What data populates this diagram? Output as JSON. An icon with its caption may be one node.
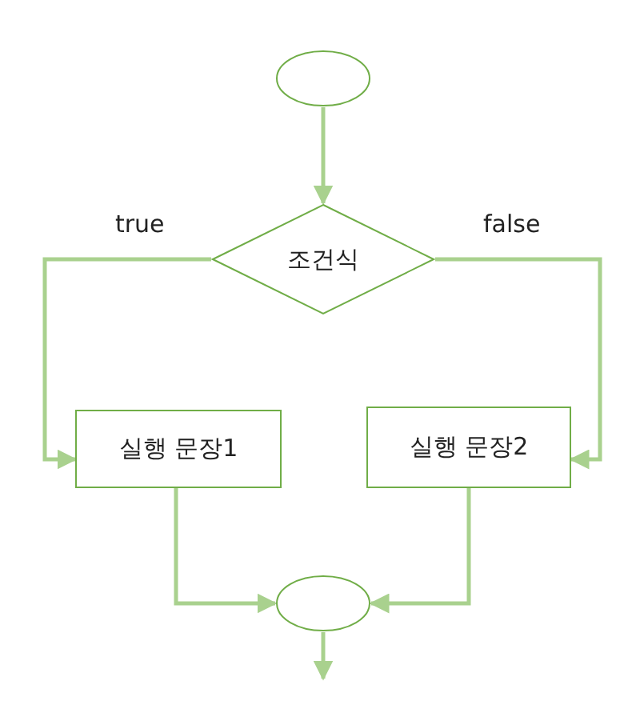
{
  "diagram": {
    "nodes": [
      {
        "text": [],
        "shape": "circle"
      },
      {
        "text": [
          "조건식"
        ]
      },
      {
        "text": [
          "실행 문장1"
        ]
      },
      {
        "text": [
          "실행 문장2"
        ]
      },
      {
        "text": [],
        "shape": "circle"
      }
    ],
    "edges": [
      {
        "from": 0,
        "to": 1,
        "arrow": "to"
      },
      {
        "from": 1,
        "to": 2,
        "arrow": "to",
        "label": "true"
      },
      {
        "from": 1,
        "to": 3,
        "arrow": "to",
        "label": "false"
      },
      {
        "from": 2,
        "to": 4,
        "arrow": "to"
      },
      {
        "from": 3,
        "to": 4,
        "arrow": "to"
      },
      {
        "from": 4,
        "to": null,
        "arrow": "to"
      }
    ]
  }
}
